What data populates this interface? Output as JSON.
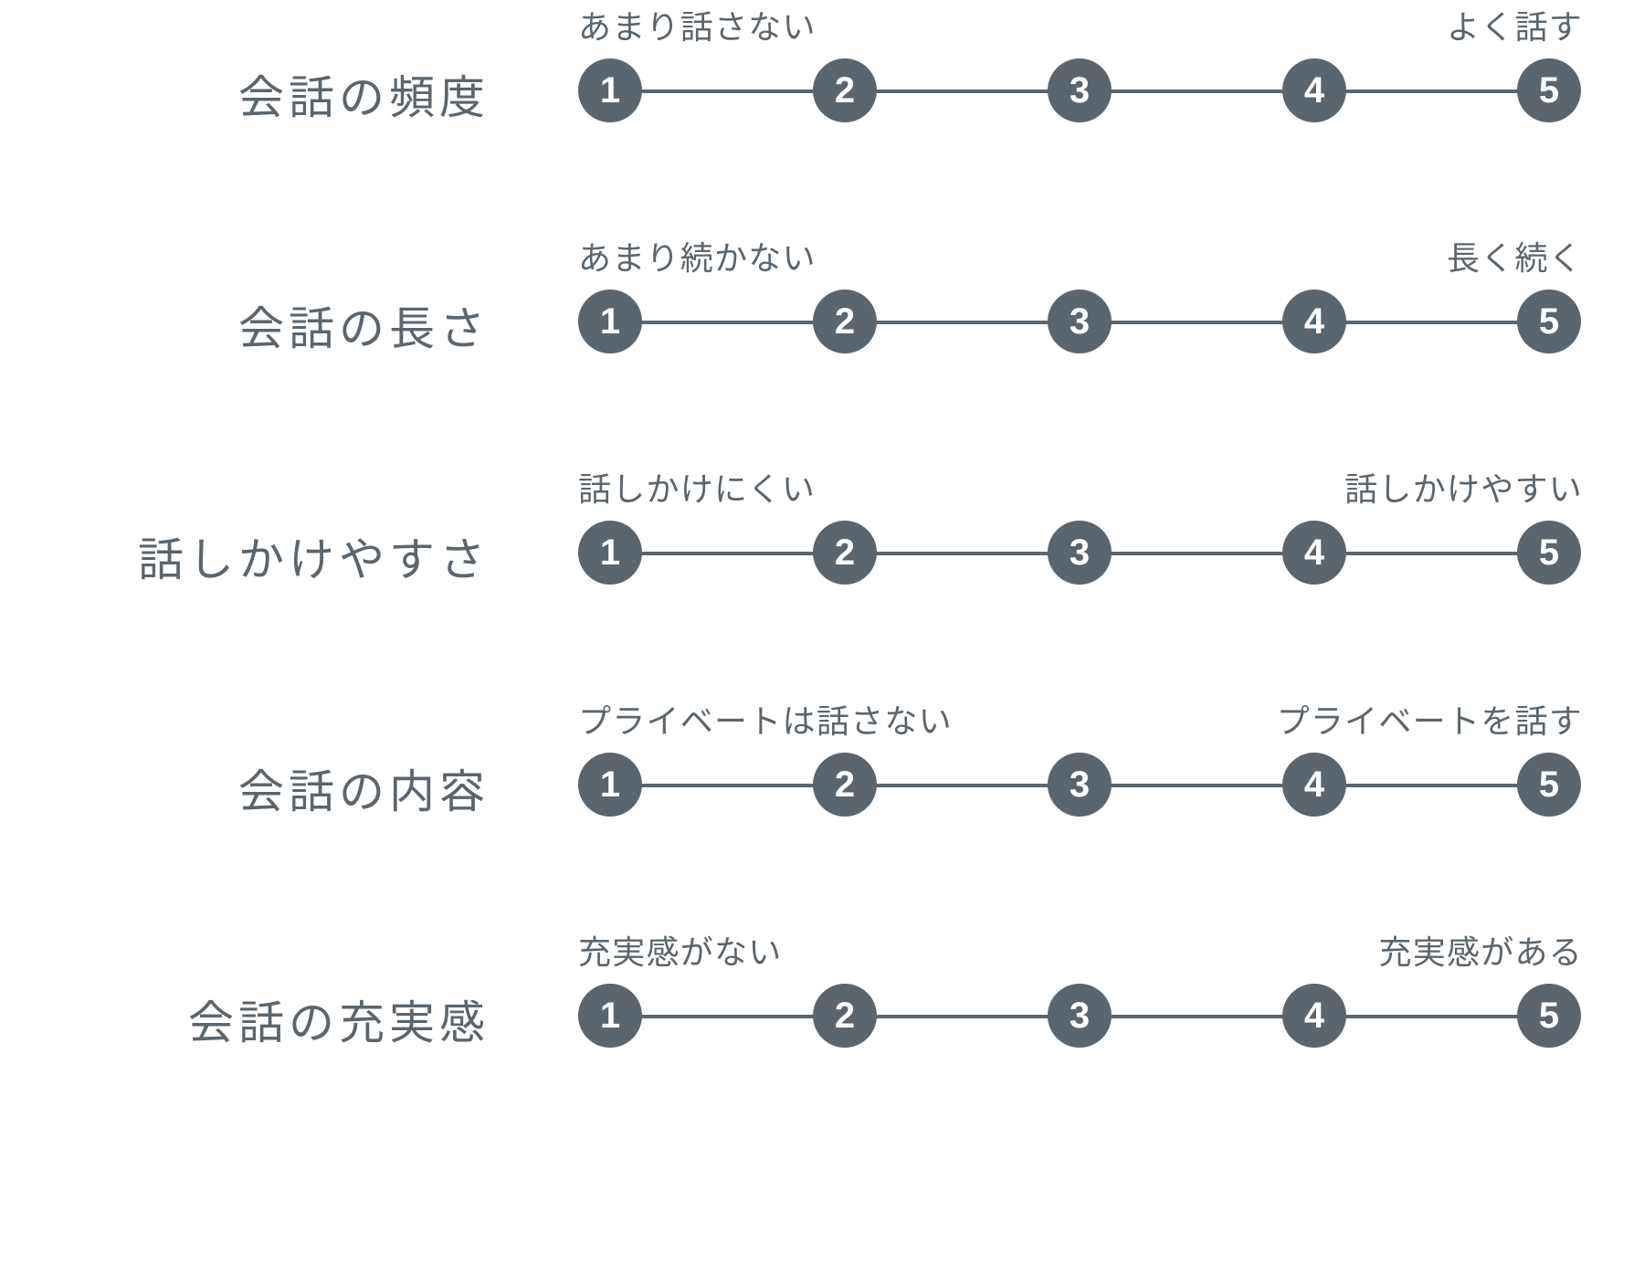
{
  "page": {
    "background_color": "#ffffff",
    "ink_color": "#5b656d",
    "point_text_color": "#ffffff"
  },
  "scale": {
    "points": [
      "1",
      "2",
      "3",
      "4",
      "5"
    ],
    "min": 1,
    "max": 5
  },
  "rows": [
    {
      "dimension": "会話の頻度",
      "anchor_low": "あまり話さない",
      "anchor_high": "よく話す"
    },
    {
      "dimension": "会話の長さ",
      "anchor_low": "あまり続かない",
      "anchor_high": "長く続く"
    },
    {
      "dimension": "話しかけやすさ",
      "anchor_low": "話しかけにくい",
      "anchor_high": "話しかけやすい"
    },
    {
      "dimension": "会話の内容",
      "anchor_low": "プライベートは話さない",
      "anchor_high": "プライベートを話す"
    },
    {
      "dimension": "会話の充実感",
      "anchor_low": "充実感がない",
      "anchor_high": "充実感がある"
    }
  ]
}
